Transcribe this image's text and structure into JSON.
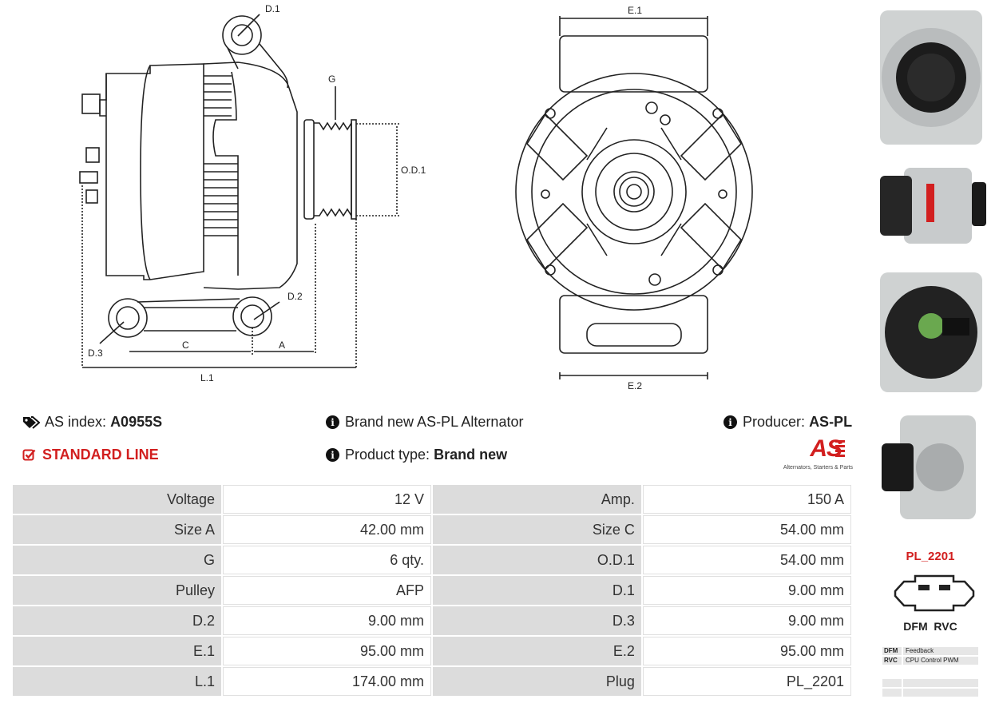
{
  "diagram": {
    "labels": {
      "d1": "D.1",
      "g": "G",
      "od1": "O.D.1",
      "d2": "D.2",
      "d3": "D.3",
      "c": "C",
      "a": "A",
      "l1": "L.1",
      "e1": "E.1",
      "e2": "E.2"
    }
  },
  "info": {
    "as_index_label": "AS index:",
    "as_index_value": "A0955S",
    "line": "STANDARD LINE",
    "description": "Brand new AS-PL Alternator",
    "product_type_label": "Product type:",
    "product_type_value": "Brand new",
    "producer_label": "Producer:",
    "producer_value": "AS-PL",
    "logo_text": "AS",
    "logo_tagline": "Alternators, Starters & Parts"
  },
  "specs": [
    {
      "l1": "Voltage",
      "v1": "12 V",
      "l2": "Amp.",
      "v2": "150 A"
    },
    {
      "l1": "Size A",
      "v1": "42.00 mm",
      "l2": "Size C",
      "v2": "54.00 mm"
    },
    {
      "l1": "G",
      "v1": "6 qty.",
      "l2": "O.D.1",
      "v2": "54.00 mm"
    },
    {
      "l1": "Pulley",
      "v1": "AFP",
      "l2": "D.1",
      "v2": "9.00 mm"
    },
    {
      "l1": "D.2",
      "v1": "9.00 mm",
      "l2": "D.3",
      "v2": "9.00 mm"
    },
    {
      "l1": "E.1",
      "v1": "95.00 mm",
      "l2": "E.2",
      "v2": "95.00 mm"
    },
    {
      "l1": "L.1",
      "v1": "174.00 mm",
      "l2": "Plug",
      "v2": "PL_2201"
    }
  ],
  "plug": {
    "code": "PL_2201",
    "pins": "DFM  RVC",
    "legend": [
      {
        "key": "DFM",
        "value": "Feedback"
      },
      {
        "key": "RVC",
        "value": "CPU Control PWM"
      },
      {
        "key": "",
        "value": ""
      },
      {
        "key": "",
        "value": ""
      }
    ]
  },
  "colors": {
    "accent": "#d21f1f",
    "label_bg": "#dcdcdc"
  }
}
